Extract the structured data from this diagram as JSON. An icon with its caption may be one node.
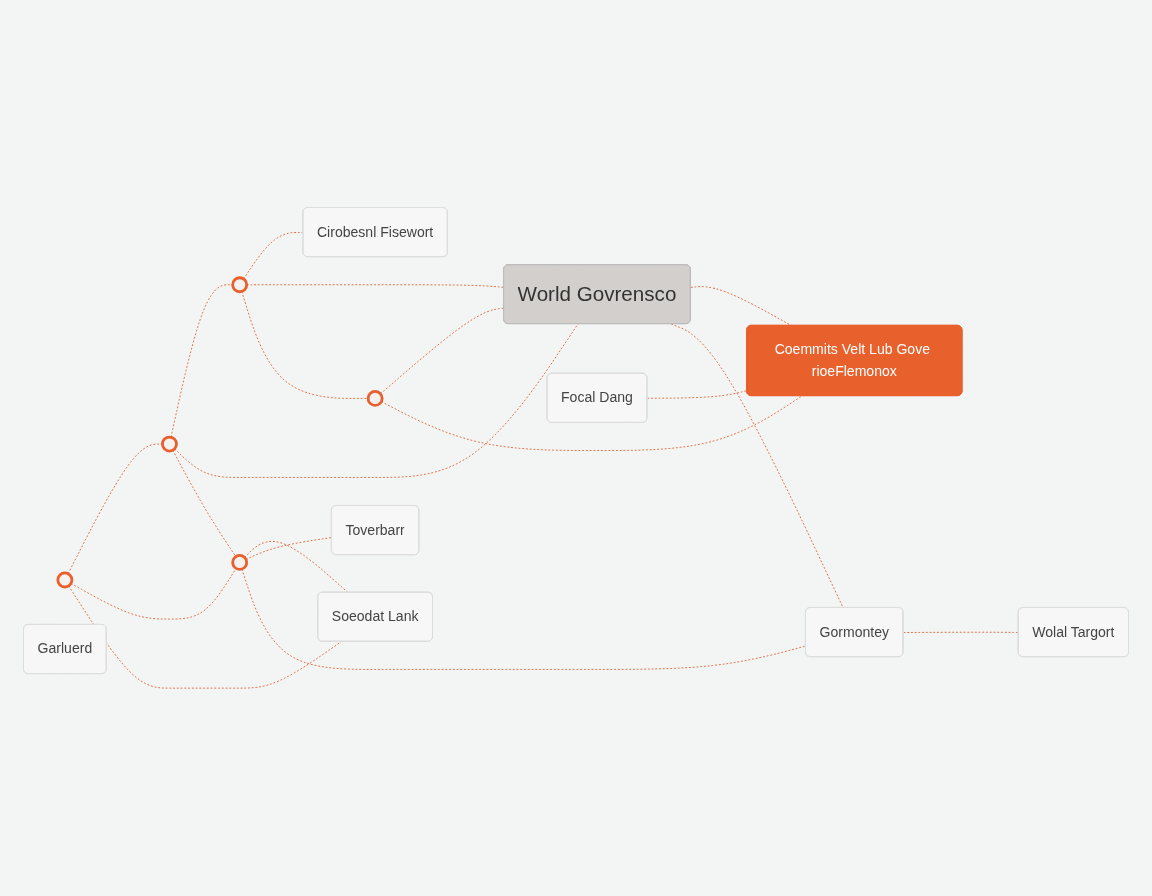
{
  "diagram": {
    "nodes": [
      {
        "text": [
          "Cirobesnl Fisewort"
        ]
      },
      {
        "text": [],
        "shape": "circle"
      },
      {
        "text": [],
        "shape": "circle"
      },
      {
        "text": [],
        "shape": "circle"
      },
      {
        "text": [
          "Garluerd"
        ]
      },
      {
        "text": [
          "World Govrensco"
        ]
      },
      {
        "text": [],
        "shape": "circle"
      },
      {
        "text": [],
        "shape": "circle"
      },
      {
        "text": [
          "Focal Dang"
        ]
      },
      {
        "text": [
          "Soeodat Lank"
        ]
      },
      {
        "text": [
          "Coemmits Velt Lub Gove rioeFlemonox"
        ]
      },
      {
        "text": [
          "Toverbarr"
        ]
      },
      {
        "text": [
          "Gormontey"
        ]
      },
      {
        "text": [
          "Wolal Targort"
        ]
      }
    ],
    "edges": [
      {
        "from": 3,
        "to": 1,
        "arrow": "none",
        "style": "dashed"
      },
      {
        "from": 3,
        "to": 6,
        "arrow": "none",
        "style": "dashed"
      },
      {
        "from": 3,
        "to": 9,
        "arrow": "none",
        "style": "dashed"
      },
      {
        "from": 1,
        "to": 2,
        "arrow": "none",
        "style": "dashed"
      },
      {
        "from": 1,
        "to": 5,
        "arrow": "none",
        "style": "dashed"
      },
      {
        "from": 1,
        "to": 6,
        "arrow": "none",
        "style": "dashed"
      },
      {
        "from": 2,
        "to": 0,
        "arrow": "none",
        "style": "dashed"
      },
      {
        "from": 2,
        "to": 5,
        "arrow": "none",
        "style": "dashed"
      },
      {
        "from": 2,
        "to": 7,
        "arrow": "none",
        "style": "dashed"
      },
      {
        "from": 6,
        "to": 9,
        "arrow": "none",
        "style": "dashed"
      },
      {
        "from": 6,
        "to": 11,
        "arrow": "none",
        "style": "dashed"
      },
      {
        "from": 6,
        "to": 12,
        "arrow": "none",
        "style": "dashed"
      },
      {
        "from": 7,
        "to": 5,
        "arrow": "none",
        "style": "dashed"
      },
      {
        "from": 7,
        "to": 10,
        "arrow": "none",
        "style": "dashed"
      },
      {
        "from": 8,
        "to": 10,
        "arrow": "none",
        "style": "dashed"
      },
      {
        "from": 5,
        "to": 10,
        "arrow": "none",
        "style": "dashed"
      },
      {
        "from": 5,
        "to": 12,
        "arrow": "none",
        "style": "dashed"
      },
      {
        "from": 12,
        "to": 13,
        "arrow": "none",
        "style": "dashed"
      }
    ]
  }
}
